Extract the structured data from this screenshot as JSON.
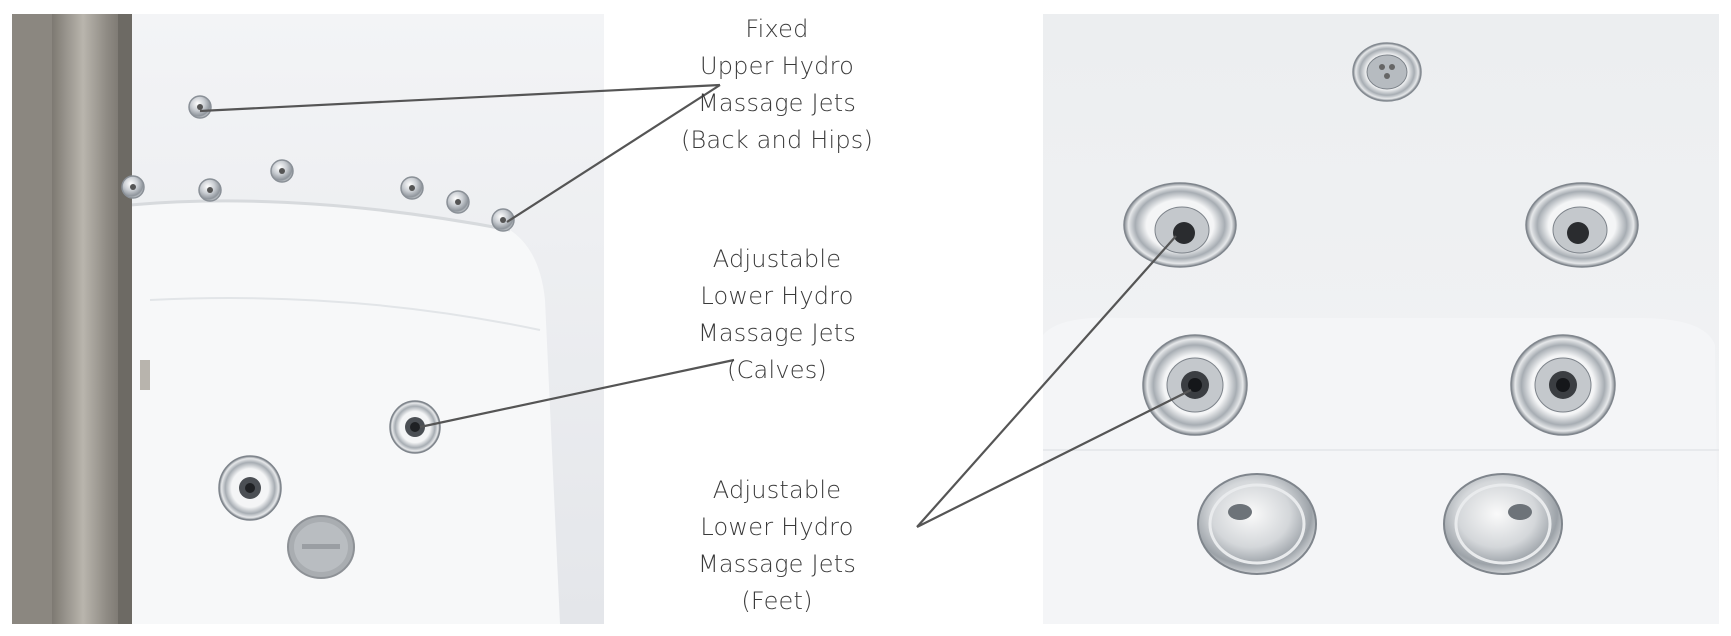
{
  "callouts": {
    "upper_fixed": {
      "lines": [
        "Fixed",
        "Upper Hydro",
        "Massage Jets",
        "(Back and Hips)"
      ]
    },
    "lower_calves": {
      "lines": [
        "Adjustable",
        "Lower Hydro",
        "Massage Jets",
        "(Calves)"
      ]
    },
    "lower_feet": {
      "lines": [
        "Adjustable",
        "Lower Hydro",
        "Massage Jets",
        "(Feet)"
      ]
    }
  },
  "colors": {
    "leader_line": "#555555",
    "text": "#3a3a3a",
    "tub_white": "#eef0f2",
    "chrome": "#b9bdc2",
    "frame": "#9a9690"
  }
}
